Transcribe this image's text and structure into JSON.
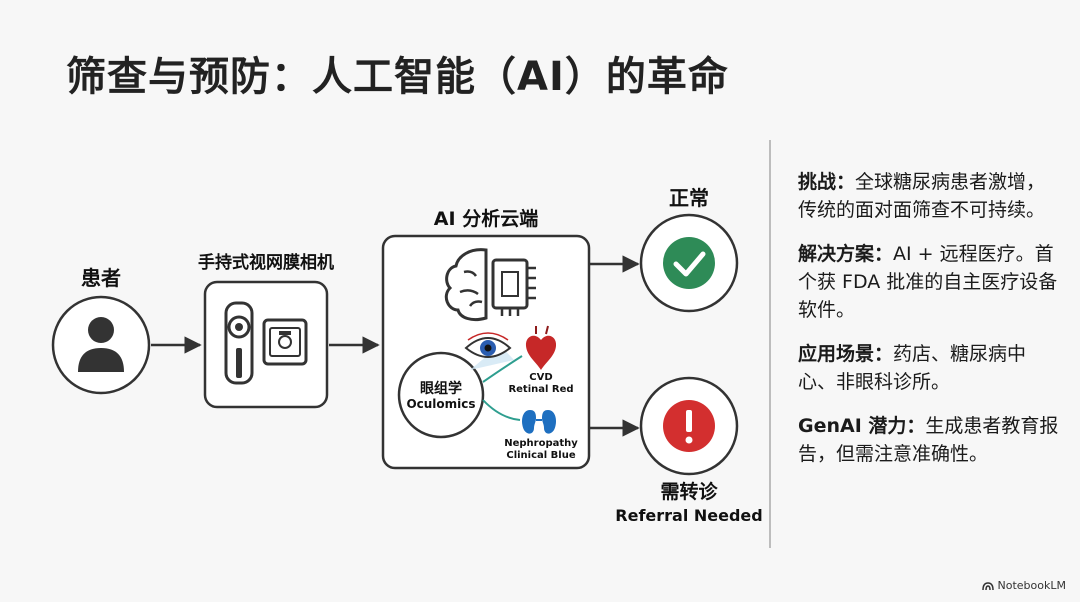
{
  "title": "筛查与预防：人工智能（AI）的革命",
  "flow": {
    "patient_label": "患者",
    "camera_label": "手持式视网膜相机",
    "cloud_label": "AI 分析云端",
    "oculomics_cn": "眼组学",
    "oculomics_en": "Oculomics",
    "cvd_label": "CVD",
    "cvd_sub": "Retinal Red",
    "nephro_label": "Nephropathy",
    "nephro_sub": "Clinical Blue",
    "normal_label": "正常",
    "referral_cn": "需转诊",
    "referral_en": "Referral Needed"
  },
  "panel": [
    {
      "head": "挑战：",
      "body": "全球糖尿病患者激增，传统的面对面筛查不可持续。"
    },
    {
      "head": "解决方案：",
      "body": "AI + 远程医疗。首个获 FDA 批准的自主医疗设备软件。"
    },
    {
      "head": "应用场景：",
      "body": "药店、糖尿病中心、非眼科诊所。"
    },
    {
      "head": "GenAI 潜力：",
      "body": "生成患者教育报告，但需注意准确性。"
    }
  ],
  "brand": "NotebookLM",
  "colors": {
    "check": "#2e8b57",
    "alert": "#d32f2f",
    "eye": "#2a5db0",
    "heart": "#c62828",
    "kidney": "#1e6fc0"
  }
}
